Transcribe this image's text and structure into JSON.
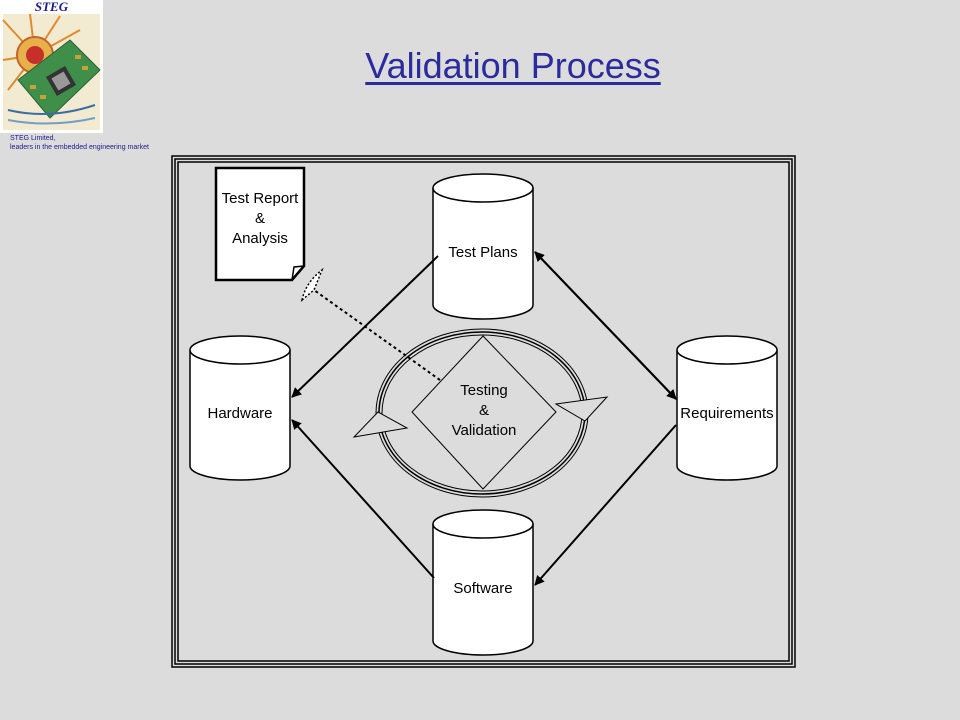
{
  "logo": {
    "title": "STEG"
  },
  "company": {
    "line1": "STEG Limited,",
    "line2": "leaders in the embedded engineering market"
  },
  "page_title": "Validation Process",
  "diagram": {
    "nodes": {
      "test_report": {
        "line1": "Test Report",
        "line2": "&",
        "line3": "Analysis"
      },
      "test_plans": "Test Plans",
      "hardware": "Hardware",
      "requirements": "Requirements",
      "software": "Software",
      "center": {
        "line1": "Testing",
        "line2": "&",
        "line3": "Validation"
      }
    }
  }
}
